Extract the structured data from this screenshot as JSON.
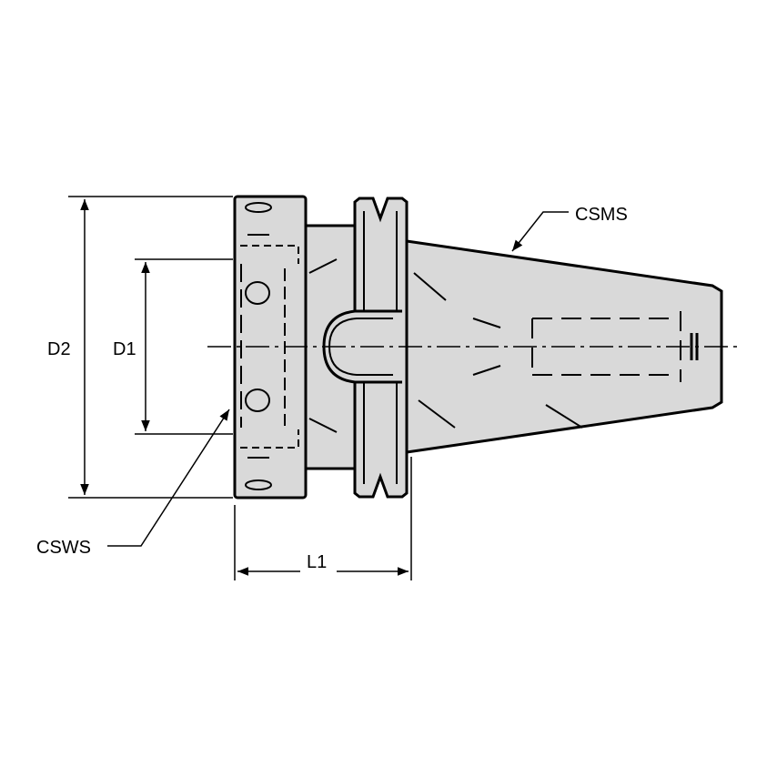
{
  "labels": {
    "d2": "D2",
    "d1": "D1",
    "l1": "L1",
    "csms": "CSMS",
    "csws": "CSWS"
  },
  "colors": {
    "body_fill": "#d9d9d9",
    "line": "#000000"
  }
}
